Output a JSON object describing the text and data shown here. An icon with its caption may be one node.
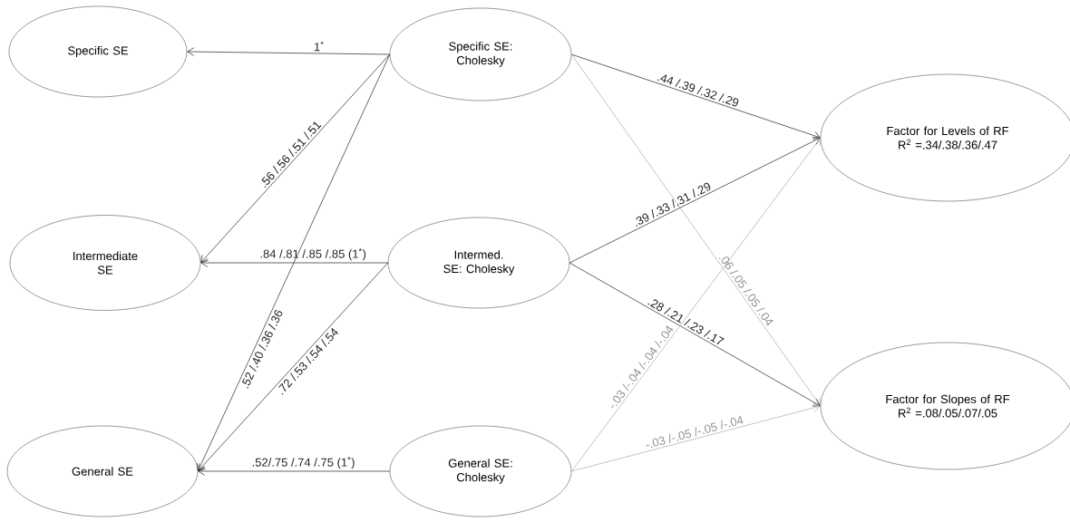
{
  "diagram": {
    "nodes": [
      {
        "text": [
          "Specific SE"
        ]
      },
      {
        "text": [
          "Specific SE: Cholesky"
        ]
      },
      {
        "text": [
          "Factor for Levels of RF",
          "R$^{2}$ =.34/.38/.36/.47"
        ]
      },
      {
        "text": [
          "Intermediate SE"
        ]
      },
      {
        "text": [
          "Intermed. SE: Cholesky"
        ]
      },
      {
        "text": [
          "General SE"
        ]
      },
      {
        "text": [
          "General SE: Cholesky"
        ]
      },
      {
        "text": [
          "Factor for Slopes of RF",
          "R$^{2}$ =.08/.05/.07/.05"
        ]
      }
    ],
    "edges": [
      {
        "from": 1,
        "to": 0,
        "arrow": "to",
        "label": "1$^{*}$"
      },
      {
        "from": 1,
        "to": 3,
        "arrow": "to",
        "label": ".56 /.56 /.51 /.51"
      },
      {
        "from": 1,
        "to": 5,
        "arrow": "to",
        "label": ".52 /.40 /.36 /.36"
      },
      {
        "from": 4,
        "to": 3,
        "arrow": "to",
        "label": ".84 /.81 /.85 /.85 (1$^{*}$)"
      },
      {
        "from": 4,
        "to": 5,
        "arrow": "to",
        "label": ".72 /.53 /.54 /.54"
      },
      {
        "from": 6,
        "to": 5,
        "arrow": "to",
        "label": ".52/.75 /.74 /.75 (1$^{*}$)"
      },
      {
        "from": 1,
        "to": 2,
        "arrow": "to",
        "label": ".44 /.39 /.32 /.29"
      },
      {
        "from": 1,
        "to": 7,
        "arrow": "to",
        "label": ".06 /.05 /.05 /.04",
        "color": "#aaaaaa"
      },
      {
        "from": 4,
        "to": 2,
        "arrow": "to",
        "label": ".39 /.33 /.31 /.29"
      },
      {
        "from": 4,
        "to": 7,
        "arrow": "to",
        "label": ".28 /.21 /.23 /.17"
      },
      {
        "from": 6,
        "to": 2,
        "arrow": "to",
        "label": "-.03 /-.04 /-.04 /-.04",
        "color": "#aaaaaa"
      },
      {
        "from": 6,
        "to": 7,
        "arrow": "to",
        "label": "-.03 /-.05 /-.05 /-.04",
        "color": "#aaaaaa"
      }
    ]
  }
}
